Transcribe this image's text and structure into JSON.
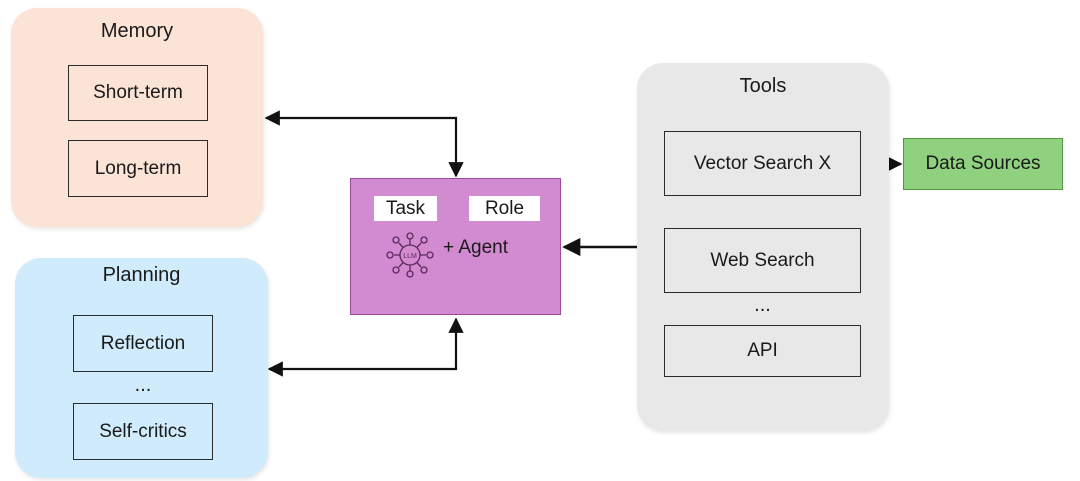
{
  "memory": {
    "title": "Memory",
    "items": [
      "Short-term",
      "Long-term"
    ]
  },
  "planning": {
    "title": "Planning",
    "items": [
      "Reflection",
      "...",
      "Self-critics"
    ]
  },
  "agent": {
    "task_label": "Task",
    "role_label": "Role",
    "agent_label": "+ Agent",
    "icon_text": "LLM",
    "icon": "llm-network-icon"
  },
  "tools": {
    "title": "Tools",
    "items": [
      "Vector Search X",
      "Web Search",
      "...",
      "API"
    ]
  },
  "data_sources": {
    "label": "Data Sources"
  },
  "colors": {
    "memory_bg": "#fbe3d6",
    "planning_bg": "#d0ebfb",
    "tools_bg": "#e8e8e8",
    "agent_bg": "#d28ad0",
    "data_sources_bg": "#8fd17f"
  }
}
